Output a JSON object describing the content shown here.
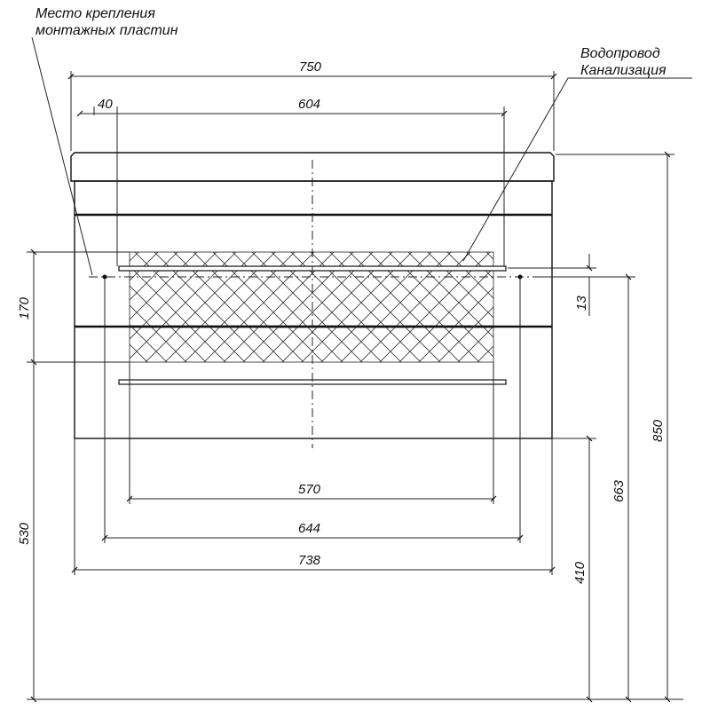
{
  "labels": {
    "mounting_line1": "Место крепления",
    "mounting_line2": "монтажных пластин",
    "plumbing_line1": "Водопровод",
    "plumbing_line2": "Канализация"
  },
  "dimensions": {
    "overall_width": "750",
    "offset": "40",
    "inner_span": "604",
    "drawer_width": "570",
    "plate_span": "644",
    "body_width": "738",
    "utility_height": "170",
    "mounting_height": "530",
    "gap": "13",
    "total_height": "850",
    "plate_height": "663",
    "bottom_height": "410"
  }
}
